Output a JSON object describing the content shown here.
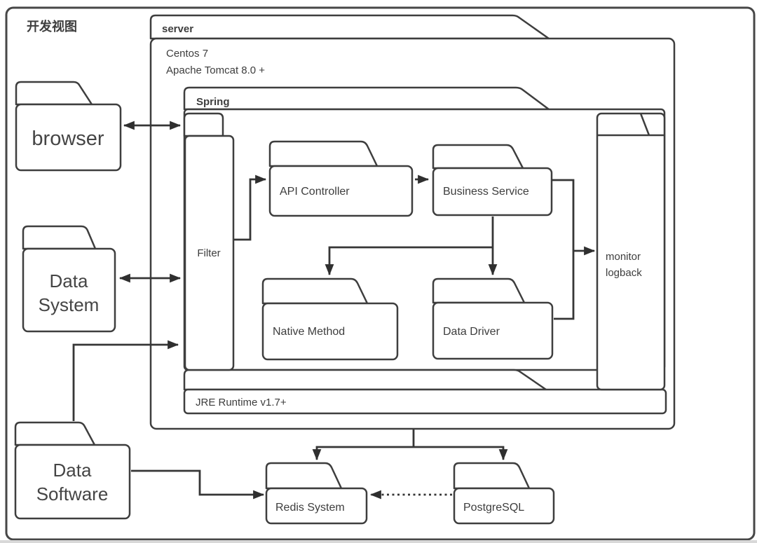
{
  "diagram": {
    "title": "开发视图",
    "colors": {
      "stroke": "#3e3e3e",
      "background": "#ffffff",
      "arrow": "#2f2f2f"
    },
    "clients": {
      "browser": {
        "label": "browser"
      },
      "data_system": {
        "line1": "Data",
        "line2": "System"
      },
      "data_software": {
        "line1": "Data",
        "line2": "Software"
      }
    },
    "server": {
      "label": "server",
      "os": "Centos 7",
      "container": "Apache Tomcat 8.0 +",
      "spring": {
        "label": "Spring",
        "filter": {
          "label": "Filter"
        },
        "api_controller": {
          "label": "API Controller"
        },
        "business_service": {
          "label": "Business Service"
        },
        "native_method": {
          "label": "Native Method"
        },
        "data_driver": {
          "label": "Data Driver"
        },
        "monitor": {
          "line1": "monitor",
          "line2": "logback"
        }
      },
      "jre": {
        "label": "JRE Runtime v1.7+"
      }
    },
    "datastores": {
      "redis": {
        "label": "Redis System"
      },
      "postgresql": {
        "label": "PostgreSQL"
      }
    }
  }
}
